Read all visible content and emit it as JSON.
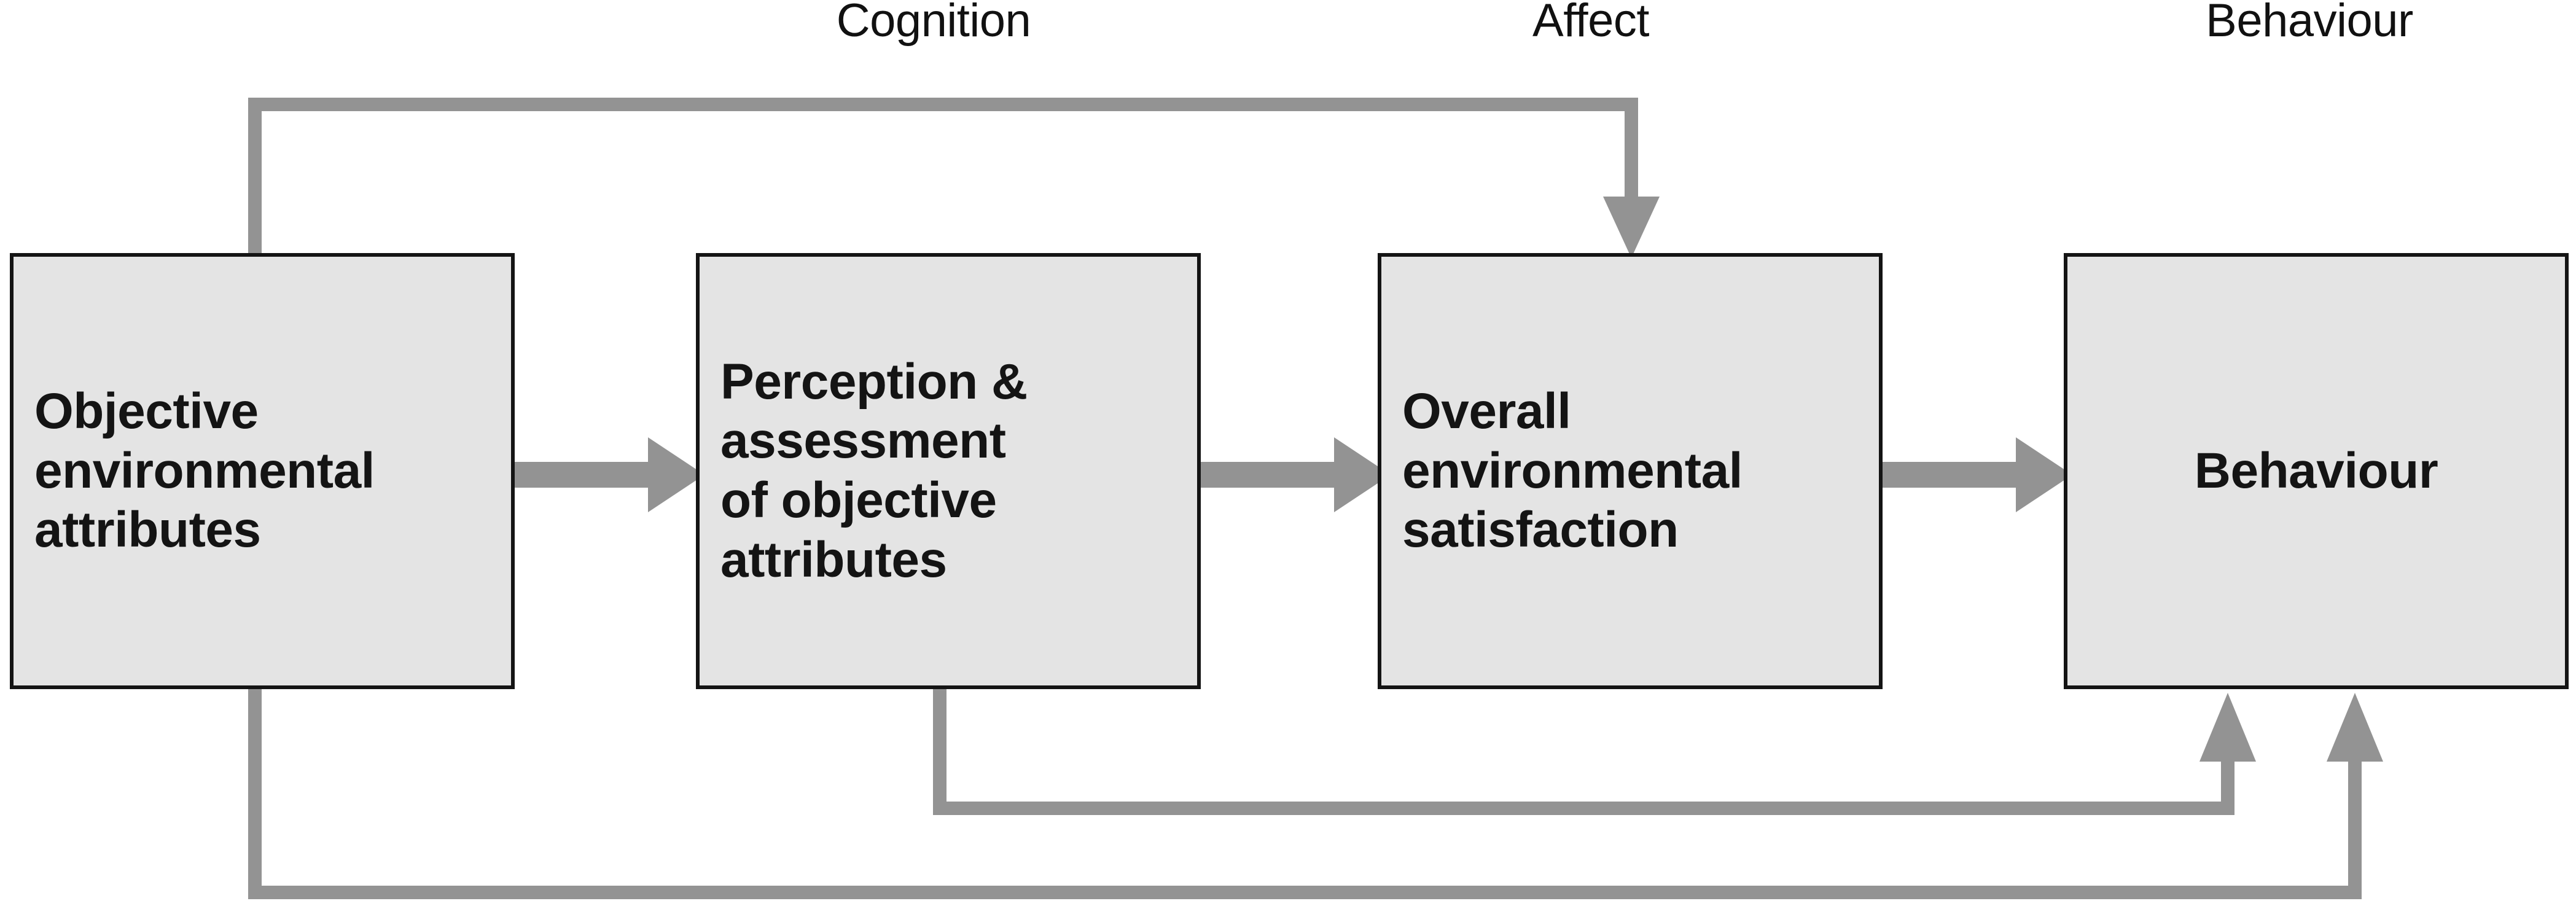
{
  "diagram": {
    "title": "Objective environmental attributes to behaviour process model",
    "colors": {
      "box_fill": "#e4e4e4",
      "box_border": "#141414",
      "connector": "#939393",
      "text": "#141414",
      "background": "#ffffff"
    },
    "phase_labels": [
      {
        "id": "cognition",
        "label": "Cognition"
      },
      {
        "id": "affect",
        "label": "Affect"
      },
      {
        "id": "behaviour",
        "label": "Behaviour"
      }
    ],
    "nodes": [
      {
        "id": "objective-attributes",
        "label": "Objective\nenvironmental\nattributes",
        "align": "left"
      },
      {
        "id": "perception-assessment",
        "label": "Perception &\nassessment\nof objective\nattributes",
        "align": "left"
      },
      {
        "id": "overall-satisfaction",
        "label": "Overall\nenvironmental\nsatisfaction",
        "align": "left"
      },
      {
        "id": "behaviour-node",
        "label": "Behaviour",
        "align": "center"
      }
    ],
    "connectors": [
      {
        "id": "objective-to-perception",
        "from": "objective-attributes",
        "to": "perception-assessment",
        "kind": "arrow-right"
      },
      {
        "id": "perception-to-satisfaction",
        "from": "perception-assessment",
        "to": "overall-satisfaction",
        "kind": "arrow-right"
      },
      {
        "id": "satisfaction-to-behaviour",
        "from": "overall-satisfaction",
        "to": "behaviour-node",
        "kind": "arrow-right"
      },
      {
        "id": "objective-to-satisfaction-top",
        "from": "objective-attributes",
        "to": "overall-satisfaction",
        "kind": "arrow-down-overhead"
      },
      {
        "id": "perception-to-behaviour-bottom",
        "from": "perception-assessment",
        "to": "behaviour-node",
        "kind": "arrow-up-underpass"
      },
      {
        "id": "objective-to-behaviour-bottom",
        "from": "objective-attributes",
        "to": "behaviour-node",
        "kind": "arrow-up-underpass"
      }
    ]
  }
}
